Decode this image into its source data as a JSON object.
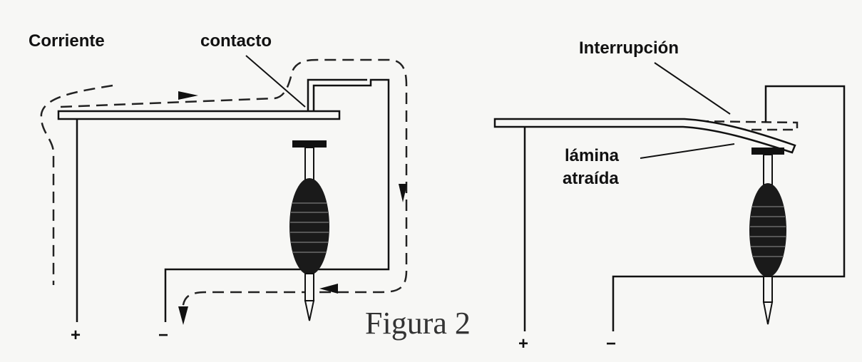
{
  "labels": {
    "current": "Corriente",
    "contact": "contacto",
    "interruption": "Interrupción",
    "blade_line1": "lámina",
    "blade_line2": "atraída",
    "figure": "Figura 2"
  },
  "terminals": {
    "left_plus": "+",
    "left_minus": "−",
    "right_plus": "+",
    "right_minus": "−"
  },
  "colors": {
    "ink": "#111111",
    "paper": "#f7f7f5",
    "figure_text": "#333333"
  }
}
